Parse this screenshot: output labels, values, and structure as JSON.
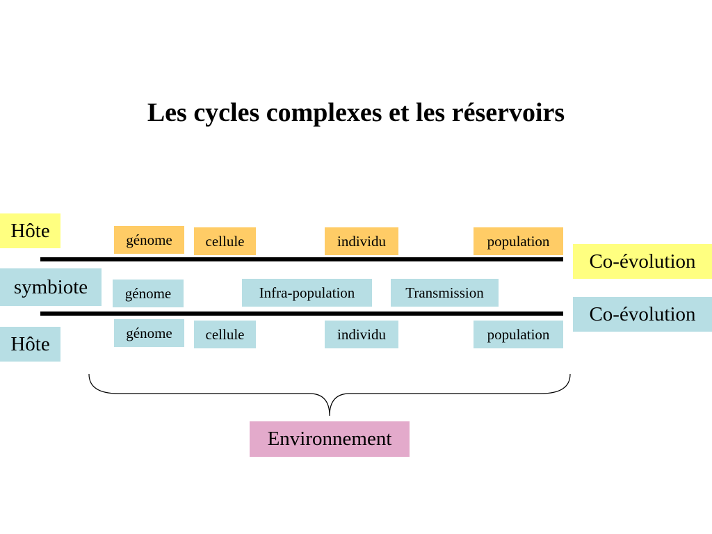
{
  "title": "Les cycles complexes et les réservoirs",
  "rows": {
    "host_top": {
      "label": "Hôte",
      "items": [
        "génome",
        "cellule",
        "individu",
        "population"
      ]
    },
    "symbiote": {
      "label": "symbiote",
      "items": [
        "génome",
        "Infra-population",
        "Transmission"
      ]
    },
    "host_bottom": {
      "label": "Hôte",
      "items": [
        "génome",
        "cellule",
        "individu",
        "population"
      ]
    }
  },
  "coevolution": [
    "Co-évolution",
    "Co-évolution"
  ],
  "environment": "Environnement",
  "colors": {
    "host_label": "#ffff80",
    "host_top_items": "#ffcc66",
    "symbiote_and_host_bottom": "#b7dee4",
    "environment": "#e3aacb",
    "coevolution_top": "#ffff80",
    "coevolution_bottom": "#b7dee4"
  }
}
